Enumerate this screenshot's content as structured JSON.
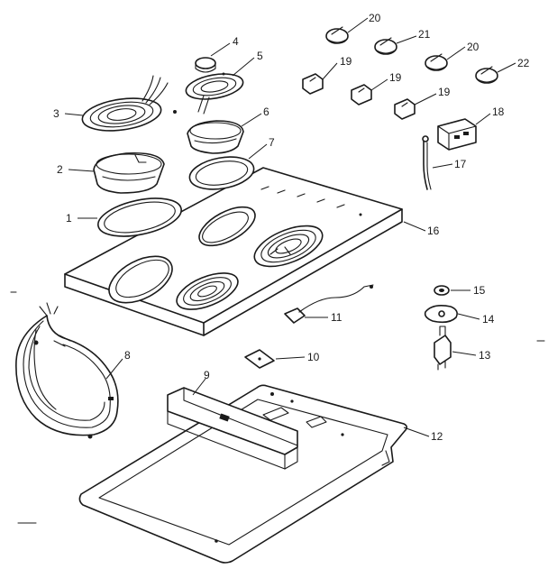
{
  "parts": [
    {
      "id": "p1",
      "number": "1"
    },
    {
      "id": "p2",
      "number": "2"
    },
    {
      "id": "p3",
      "number": "3"
    },
    {
      "id": "p4",
      "number": "4"
    },
    {
      "id": "p5",
      "number": "5"
    },
    {
      "id": "p6",
      "number": "6"
    },
    {
      "id": "p7",
      "number": "7"
    },
    {
      "id": "p8",
      "number": "8"
    },
    {
      "id": "p9",
      "number": "9"
    },
    {
      "id": "p10",
      "number": "10"
    },
    {
      "id": "p11",
      "number": "11"
    },
    {
      "id": "p12",
      "number": "12"
    },
    {
      "id": "p13",
      "number": "13"
    },
    {
      "id": "p14",
      "number": "14"
    },
    {
      "id": "p15",
      "number": "15"
    },
    {
      "id": "p16",
      "number": "16"
    },
    {
      "id": "p17",
      "number": "17"
    },
    {
      "id": "p18",
      "number": "18"
    },
    {
      "id": "p19a",
      "number": "19"
    },
    {
      "id": "p19b",
      "number": "19"
    },
    {
      "id": "p19c",
      "number": "19"
    },
    {
      "id": "p20a",
      "number": "20"
    },
    {
      "id": "p20b",
      "number": "20"
    },
    {
      "id": "p21",
      "number": "21"
    },
    {
      "id": "p22",
      "number": "22"
    }
  ]
}
